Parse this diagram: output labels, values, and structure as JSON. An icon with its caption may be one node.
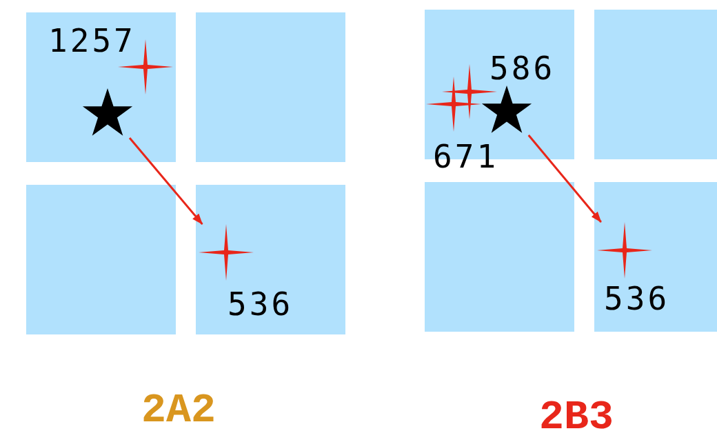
{
  "diagram": {
    "nodes": [
      {
        "text": [],
        "shape": "box"
      },
      {
        "text": [],
        "shape": "sparkle",
        "beside": [
          "1257"
        ],
        "in": 0
      },
      {
        "text": [],
        "shape": "star",
        "in": 0
      },
      {
        "text": [],
        "shape": "box"
      },
      {
        "text": [],
        "shape": "box"
      },
      {
        "text": [],
        "shape": "box"
      },
      {
        "text": [],
        "shape": "sparkle",
        "beside": [
          "536"
        ],
        "in": 5
      },
      {
        "text": [],
        "shape": "box"
      },
      {
        "text": [],
        "shape": "sparkle",
        "beside": [
          "671"
        ],
        "in": 7
      },
      {
        "text": [],
        "shape": "sparkle",
        "beside": [
          "586"
        ],
        "in": 7
      },
      {
        "text": [],
        "shape": "star",
        "in": 7
      },
      {
        "text": [],
        "shape": "box"
      },
      {
        "text": [],
        "shape": "box"
      },
      {
        "text": [],
        "shape": "box"
      },
      {
        "text": [],
        "shape": "sparkle",
        "beside": [
          "536"
        ],
        "in": 13
      }
    ],
    "edges": [
      {
        "from": 2,
        "to": 6,
        "arrow": "to"
      },
      {
        "from": 10,
        "to": 14,
        "arrow": "to"
      }
    ],
    "labels": [
      "2A2",
      "2B3"
    ]
  }
}
